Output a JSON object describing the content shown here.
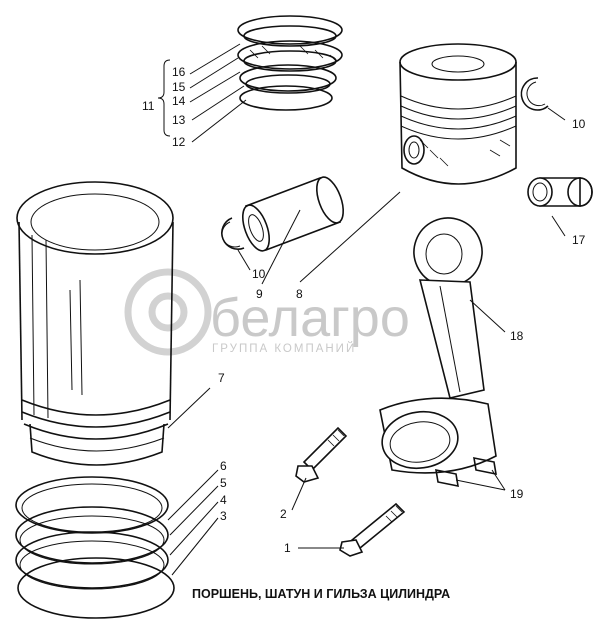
{
  "caption": "ПОРШЕНЬ, ШАТУН И ГИЛЬЗА ЦИЛИНДРА",
  "watermark": {
    "brand": "белагро",
    "tagline": "ГРУППА КОМПАНИЙ"
  },
  "callouts": {
    "c1": "1",
    "c2": "2",
    "c3": "3",
    "c4": "4",
    "c5": "5",
    "c6": "6",
    "c7": "7",
    "c8": "8",
    "c9": "9",
    "c10a": "10",
    "c10b": "10",
    "c11": "11",
    "c12": "12",
    "c13": "13",
    "c14": "14",
    "c15": "15",
    "c16": "16",
    "c17": "17",
    "c18": "18",
    "c19": "19"
  },
  "colors": {
    "ink": "#111111",
    "watermark": "#c9c9c9",
    "background": "#ffffff"
  }
}
